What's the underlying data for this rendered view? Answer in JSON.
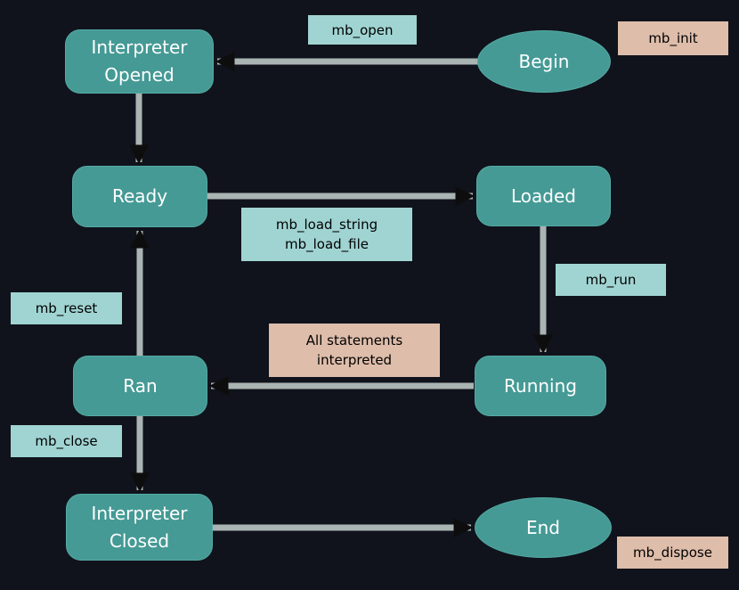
{
  "diagram": {
    "nodes": {
      "interpreter_opened": {
        "label": "Interpreter\nOpened",
        "shape": "rounded-rect"
      },
      "begin": {
        "label": "Begin",
        "shape": "ellipse"
      },
      "ready": {
        "label": "Ready",
        "shape": "rounded-rect"
      },
      "loaded": {
        "label": "Loaded",
        "shape": "rounded-rect"
      },
      "running": {
        "label": "Running",
        "shape": "rounded-rect"
      },
      "ran": {
        "label": "Ran",
        "shape": "rounded-rect"
      },
      "interpreter_closed": {
        "label": "Interpreter\nClosed",
        "shape": "rounded-rect"
      },
      "end": {
        "label": "End",
        "shape": "ellipse"
      }
    },
    "edge_labels": {
      "mb_open": {
        "text": "mb_open",
        "style": "teal"
      },
      "mb_init": {
        "text": "mb_init",
        "style": "peach"
      },
      "mb_load": {
        "text": "mb_load_string\nmb_load_file",
        "style": "teal"
      },
      "mb_run": {
        "text": "mb_run",
        "style": "teal"
      },
      "mb_reset": {
        "text": "mb_reset",
        "style": "teal"
      },
      "all_statements": {
        "text": "All statements\ninterpreted",
        "style": "peach"
      },
      "mb_close": {
        "text": "mb_close",
        "style": "teal"
      },
      "mb_dispose": {
        "text": "mb_dispose",
        "style": "peach"
      }
    },
    "edges": [
      {
        "from": "begin",
        "to": "interpreter_opened"
      },
      {
        "from": "interpreter_opened",
        "to": "ready"
      },
      {
        "from": "ready",
        "to": "loaded"
      },
      {
        "from": "loaded",
        "to": "running"
      },
      {
        "from": "running",
        "to": "ran"
      },
      {
        "from": "ran",
        "to": "ready"
      },
      {
        "from": "ran",
        "to": "interpreter_closed"
      },
      {
        "from": "interpreter_closed",
        "to": "end"
      }
    ],
    "colors": {
      "background": "#10131c",
      "node_fill": "#459a95",
      "node_text": "#ffffff",
      "label_teal": "#a0d4d2",
      "label_peach": "#debdaa",
      "label_text": "#000000",
      "edge_line": "#aab4b2",
      "arrowhead": "#0d0d0d"
    }
  }
}
